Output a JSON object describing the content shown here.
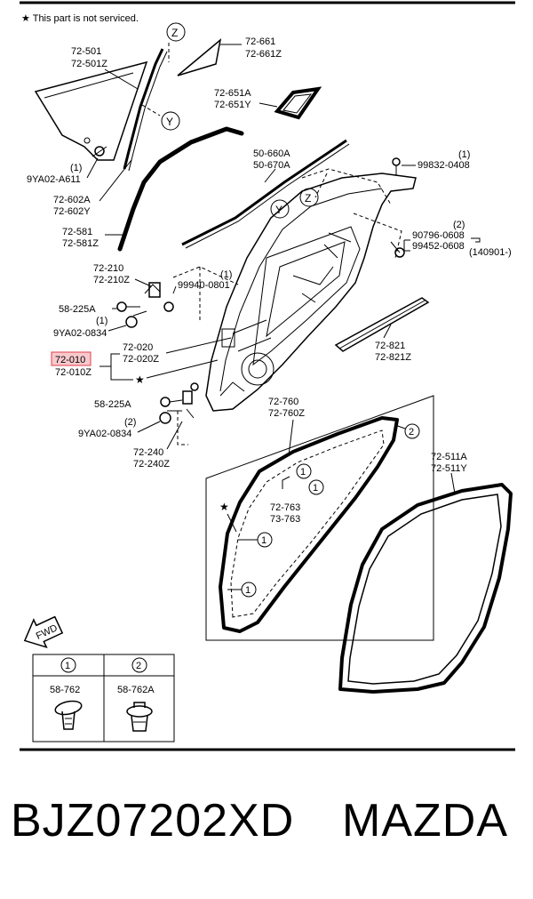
{
  "note": "★ This part is not serviced.",
  "parts": {
    "p72_501": "72-501",
    "p72_501z": "72-501Z",
    "p72_661": "72-661",
    "p72_661z": "72-661Z",
    "p72_651a": "72-651A",
    "p72_651y": "72-651Y",
    "p9ya02_a611": "9YA02-A611",
    "q1a": "(1)",
    "p72_602a": "72-602A",
    "p72_602y": "72-602Y",
    "p72_581": "72-581",
    "p72_581z": "72-581Z",
    "p50_660a": "50-660A",
    "p50_670a": "50-670A",
    "q1b": "(1)",
    "p99832": "99832-0408",
    "q2a": "(2)",
    "p90796": "90796-0608",
    "p99452": "99452-0608",
    "p140901": "(140901-)",
    "p72_210": "72-210",
    "p72_210z": "72-210Z",
    "q1c": "(1)",
    "p99940": "99940-0801",
    "p58_225a_1": "58-225A",
    "q1d": "(1)",
    "p9ya02_0834_1": "9YA02-0834",
    "p72_020": "72-020",
    "p72_020z": "72-020Z",
    "p72_010": "72-010",
    "p72_010z": "72-010Z",
    "p72_821": "72-821",
    "p72_821z": "72-821Z",
    "p58_225a_2": "58-225A",
    "q2b": "(2)",
    "p9ya02_0834_2": "9YA02-0834",
    "p72_760": "72-760",
    "p72_760z": "72-760Z",
    "p72_240": "72-240",
    "p72_240z": "72-240Z",
    "p72_763": "72-763",
    "p73_763": "73-763",
    "p72_511a": "72-511A",
    "p72_511y": "72-511Y"
  },
  "markers": {
    "z": "Z",
    "y": "Y",
    "one": "1",
    "two": "2",
    "star": "★",
    "fwd": "FWD"
  },
  "clips": {
    "c1_number": "1",
    "c1_part": "58-762",
    "c2_number": "2",
    "c2_part": "58-762A"
  },
  "footer": {
    "part_number": "BJZ07202XD",
    "brand": "MAZDA"
  },
  "colors": {
    "highlight_fill": "#f7c9cc",
    "highlight_stroke": "#e0404a"
  }
}
